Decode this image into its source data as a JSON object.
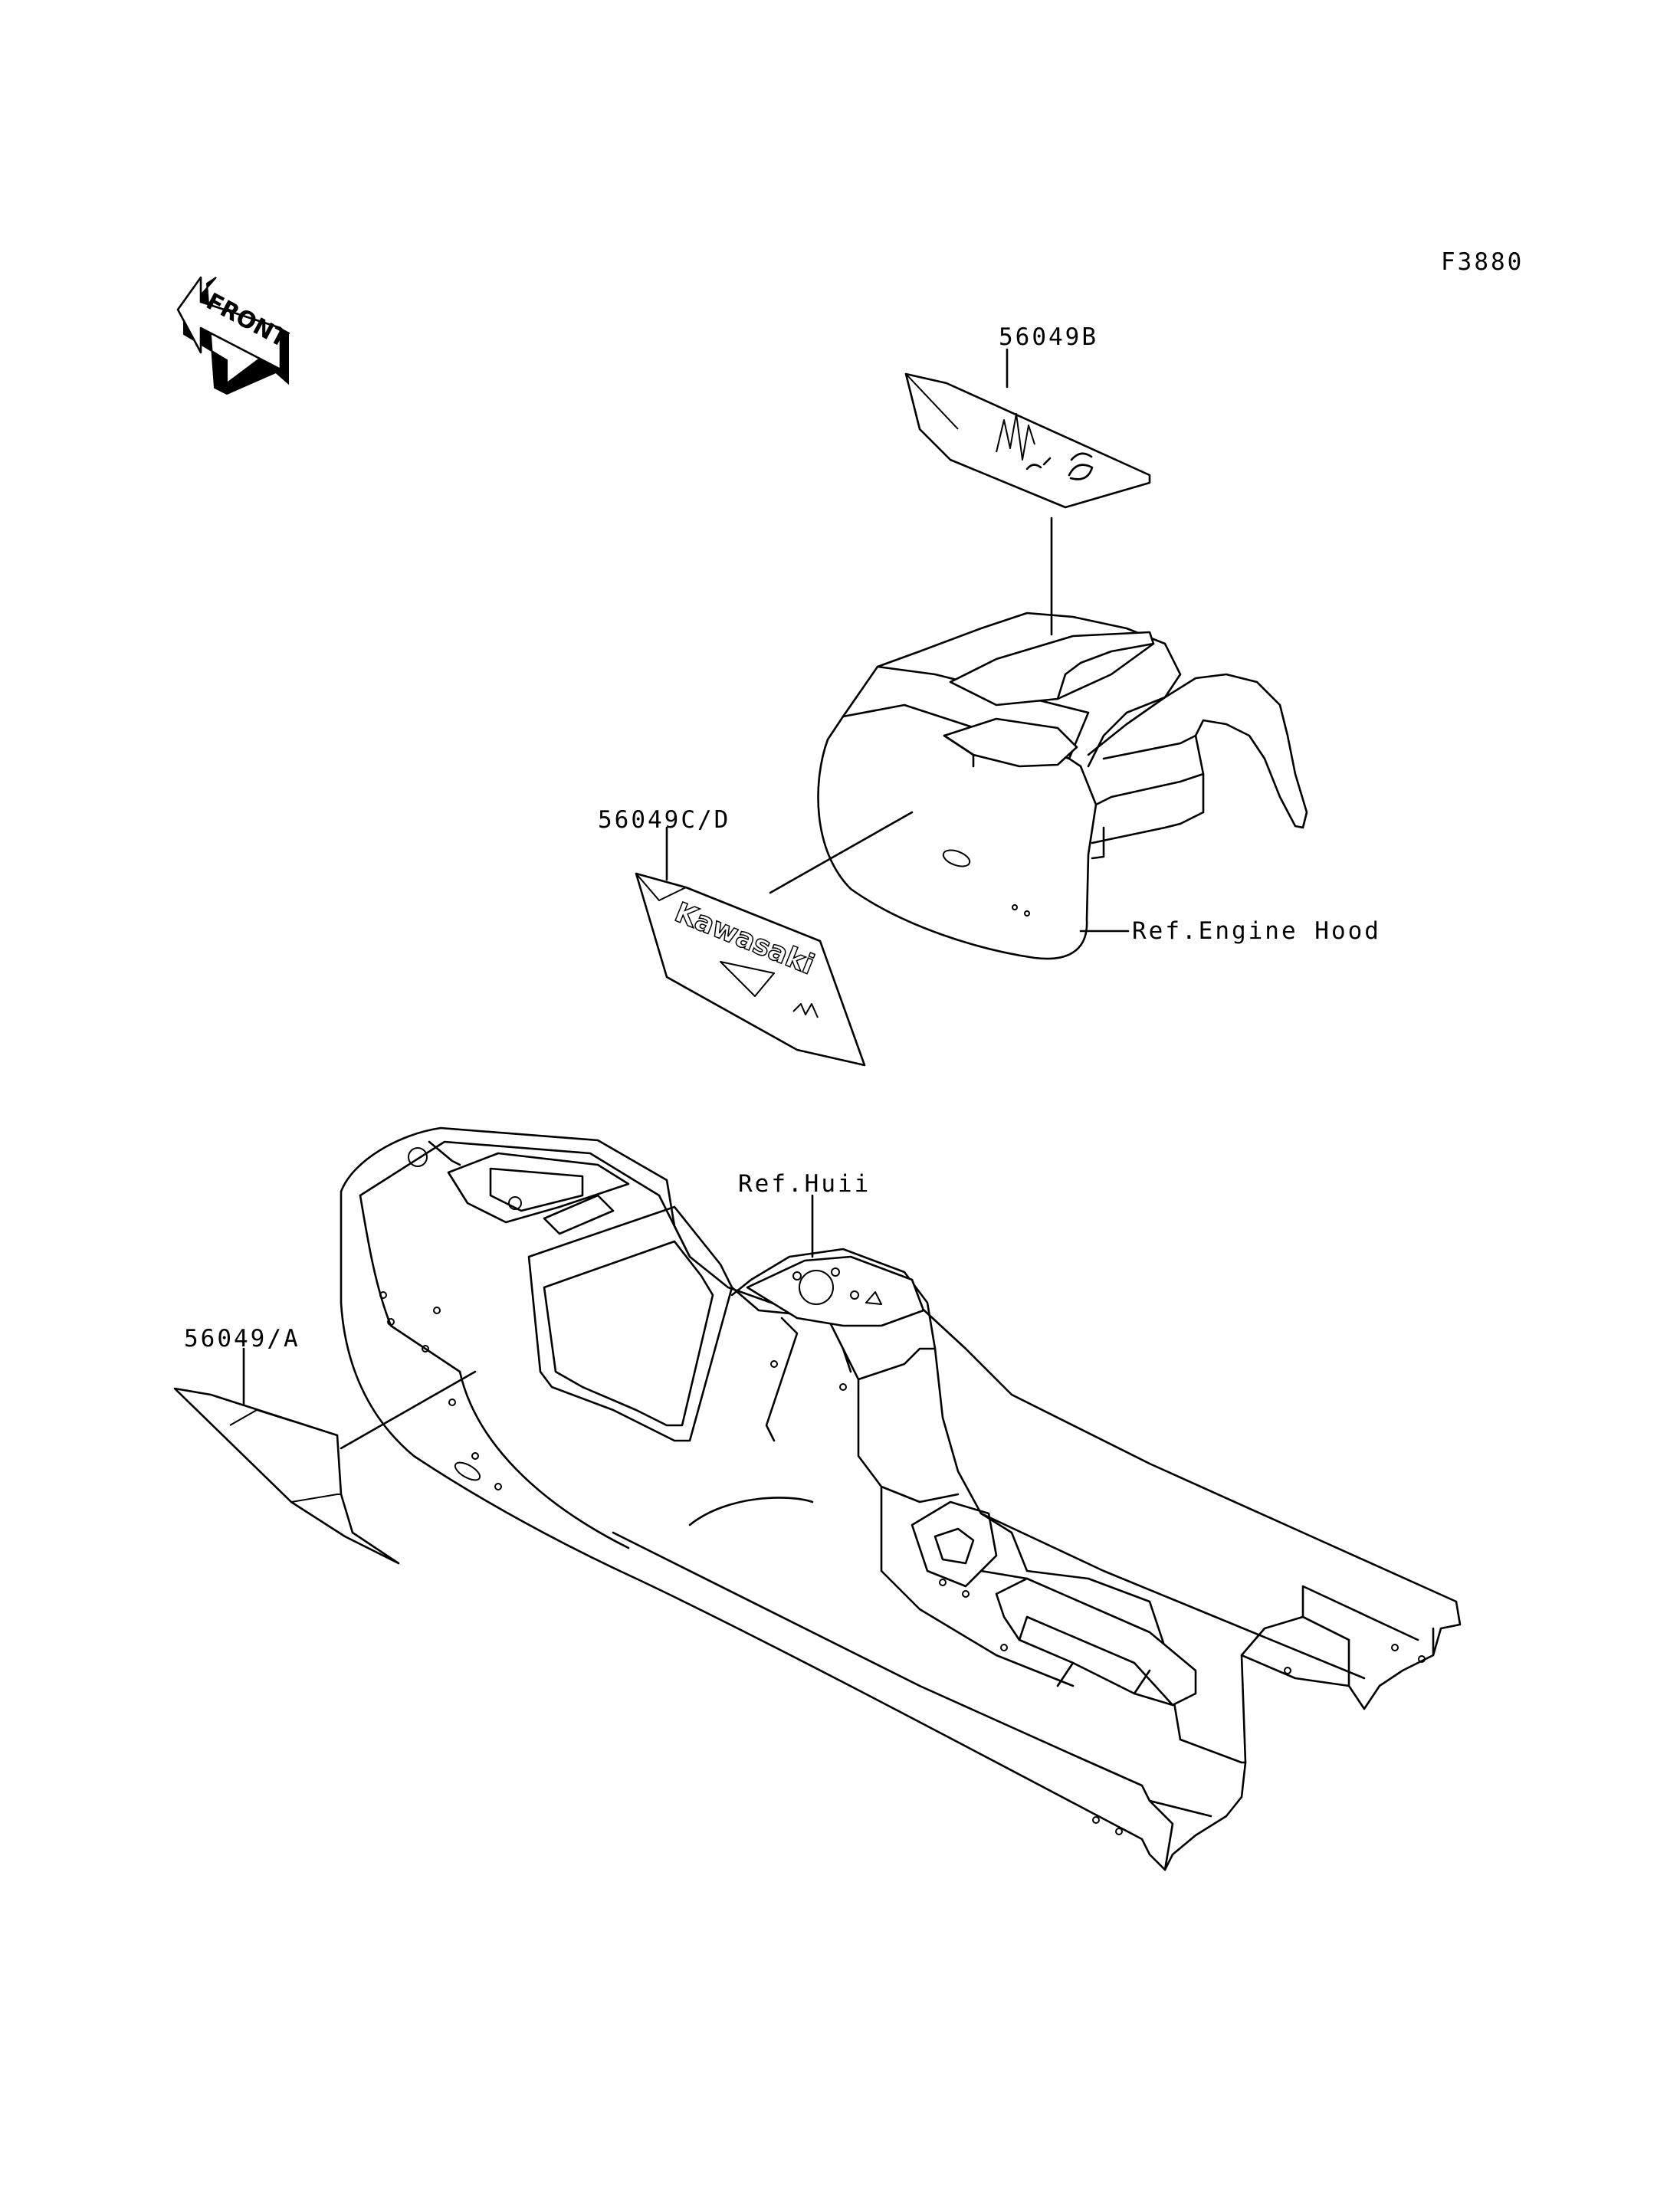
{
  "diagram": {
    "figure_code": "F3880",
    "front_arrow_text": "FRONT",
    "labels": {
      "part_56049B": "56049B",
      "part_56049CD": "56049C/D",
      "ref_engine_hood": "Ref.Engine Hood",
      "ref_hull": "Ref.Huii",
      "part_56049A": "56049/A"
    },
    "decal_text": {
      "brand": "Kawasaki"
    }
  }
}
